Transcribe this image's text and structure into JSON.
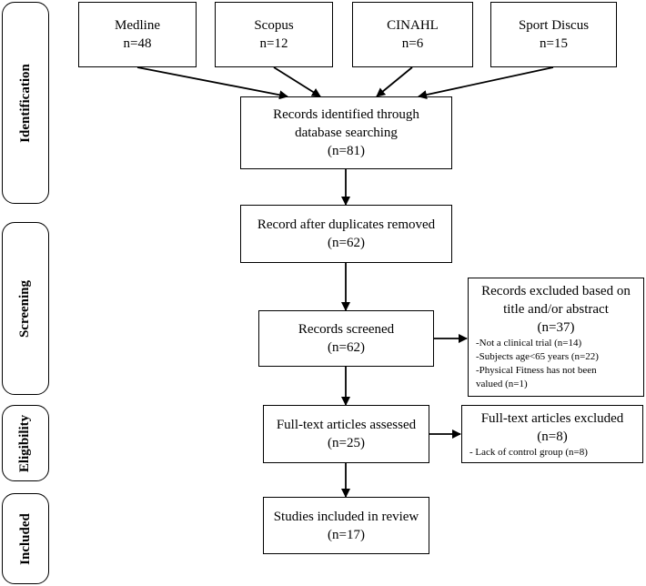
{
  "stages": {
    "identification": "Identification",
    "screening": "Screening",
    "eligibility": "Eligibility",
    "included": "Included"
  },
  "databases": [
    {
      "name": "Medline",
      "count": "n=48"
    },
    {
      "name": "Scopus",
      "count": "n=12"
    },
    {
      "name": "CINAHL",
      "count": "n=6"
    },
    {
      "name": "Sport Discus",
      "count": "n=15"
    }
  ],
  "identified": {
    "line1": "Records identified through",
    "line2": "database searching",
    "count": "(n=81)"
  },
  "deduplicated": {
    "line1": "Record after duplicates removed",
    "count": "(n=62)"
  },
  "screened": {
    "line1": "Records screened",
    "count": "(n=62)"
  },
  "excluded_screening": {
    "line1": "Records excluded based on",
    "line2": "title and/or abstract",
    "count": "(n=37)",
    "reasons": [
      "-Not a clinical trial (n=14)",
      "-Subjects age<65 years (n=22)",
      "-Physical Fitness has not been",
      "valued (n=1)"
    ]
  },
  "fulltext": {
    "line1": "Full-text articles assessed",
    "count": "(n=25)"
  },
  "excluded_fulltext": {
    "line1": "Full-text articles excluded",
    "count": "(n=8)",
    "reasons": [
      "- Lack of control group (n=8)"
    ]
  },
  "included": {
    "line1": "Studies included in review",
    "count": "(n=17)"
  }
}
